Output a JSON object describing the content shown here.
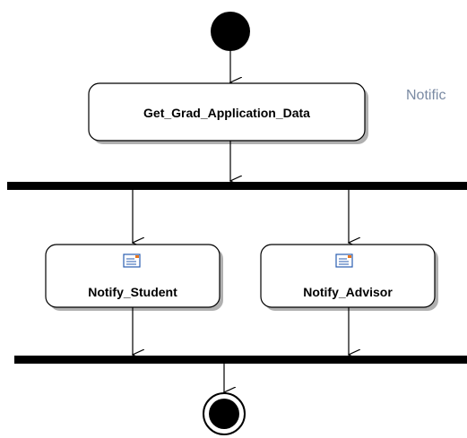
{
  "diagram": {
    "type": "uml-activity",
    "actions": [
      {
        "id": "get-grad-application-data",
        "label": "Get_Grad_Application_Data",
        "icon": null
      },
      {
        "id": "notify-student",
        "label": "Notify_Student",
        "icon": "envelope-icon"
      },
      {
        "id": "notify-advisor",
        "label": "Notify_Advisor",
        "icon": "envelope-icon"
      }
    ],
    "side_note": "Notific",
    "flows": [
      {
        "from": "initial-node",
        "to": "get-grad-application-data"
      },
      {
        "from": "get-grad-application-data",
        "to": "fork-bar"
      },
      {
        "from": "fork-bar",
        "to": "notify-student"
      },
      {
        "from": "fork-bar",
        "to": "notify-advisor"
      },
      {
        "from": "notify-student",
        "to": "join-bar"
      },
      {
        "from": "notify-advisor",
        "to": "join-bar"
      },
      {
        "from": "join-bar",
        "to": "final-node"
      }
    ],
    "colors": {
      "node_fill": "#ffffff",
      "stroke": "#000000",
      "shadow": "#b0b0b0",
      "note_text": "#7a8aa3",
      "icon_blue": "#2a5db0",
      "icon_orange": "#e8741a"
    }
  }
}
